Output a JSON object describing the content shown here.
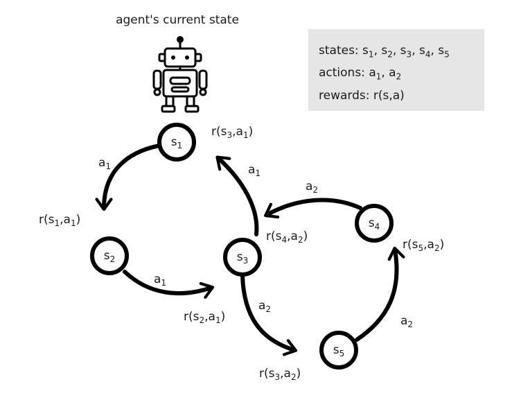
{
  "header": {
    "title": "agent's current state"
  },
  "legend": {
    "states": "states: s1, s2, s3, s4, s5",
    "actions": "actions: a1, a2",
    "rewards": "rewards: r(s,a)"
  },
  "states": [
    {
      "id": "s1",
      "base": "s",
      "sub": "1"
    },
    {
      "id": "s2",
      "base": "s",
      "sub": "2"
    },
    {
      "id": "s3",
      "base": "s",
      "sub": "3"
    },
    {
      "id": "s4",
      "base": "s",
      "sub": "4"
    },
    {
      "id": "s5",
      "base": "s",
      "sub": "5"
    }
  ],
  "transitions": [
    {
      "from": "s1",
      "to": "s2",
      "action": "a1",
      "reward": "r(s1,a1)"
    },
    {
      "from": "s2",
      "to": "s3",
      "action": "a1",
      "reward": "r(s2,a1)"
    },
    {
      "from": "s3",
      "to": "s1",
      "action": "a1",
      "reward": "r(s3,a1)"
    },
    {
      "from": "s3",
      "to": "s5",
      "action": "a2",
      "reward": "r(s3,a2)"
    },
    {
      "from": "s4",
      "to": "s3",
      "action": "a2",
      "reward": "r(s4,a2)"
    },
    {
      "from": "s5",
      "to": "s4",
      "action": "a2",
      "reward": "r(s5,a2)"
    }
  ],
  "colors": {
    "stroke": "#000000",
    "text": "#1a1a1a",
    "legend_bg": "#e6e6e6"
  },
  "icons": {
    "agent": "robot-icon"
  }
}
